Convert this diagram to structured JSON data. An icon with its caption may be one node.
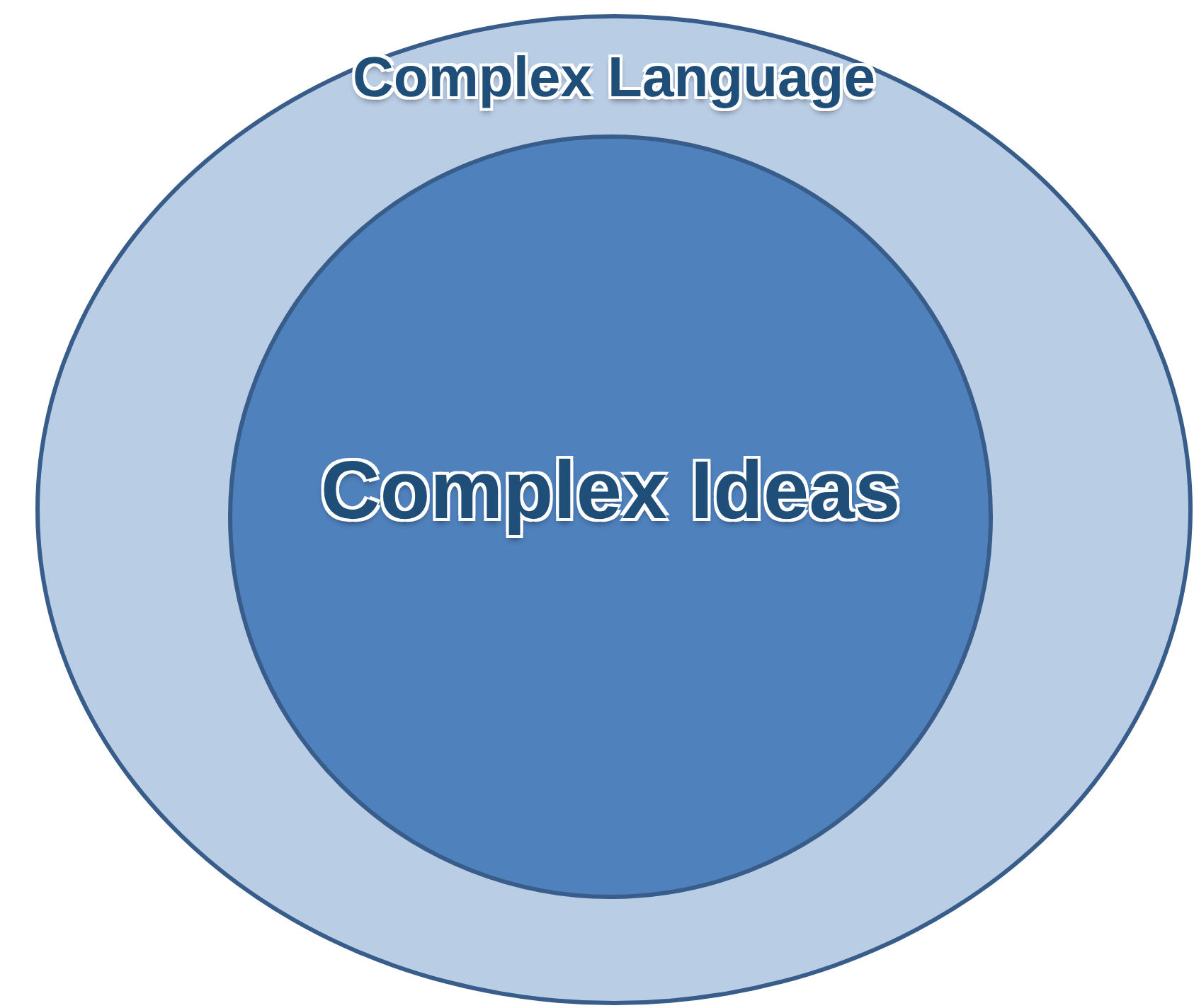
{
  "diagram": {
    "nodes": [
      {
        "text": [
          "Complex Language"
        ]
      },
      {
        "text": [
          "Complex Ideas"
        ],
        "in": 0
      }
    ]
  }
}
